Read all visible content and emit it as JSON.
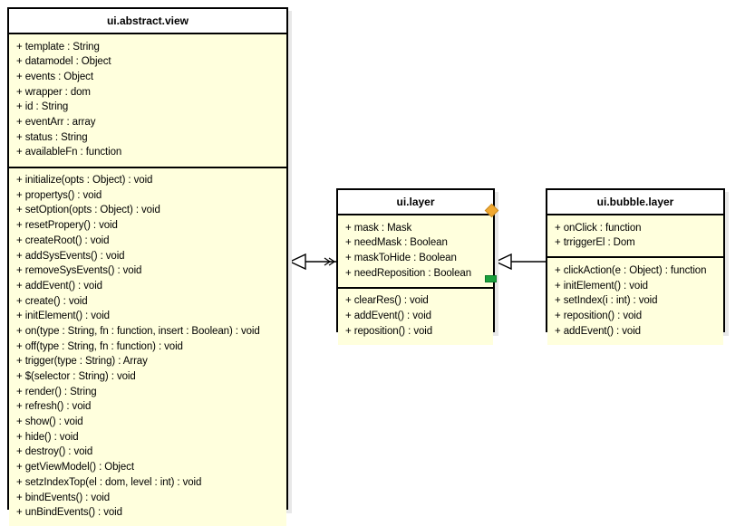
{
  "diagram": {
    "type": "uml-class-diagram",
    "background": "#ffffff",
    "colors": {
      "class_fill": "#ffffdd",
      "title_fill": "#ffffff",
      "border": "#000000",
      "shadow": "#e8e8e8",
      "port_diamond": "#f0a830",
      "port_square": "#1aa03c",
      "connector": "#000000"
    },
    "classes": [
      {
        "id": "abstract-view",
        "name": "ui.abstract.view",
        "attributes": [
          "+ template : String",
          "+ datamodel : Object",
          "+ events : Object",
          "+ wrapper : dom",
          "+ id : String",
          "+ eventArr : array",
          "+ status : String",
          "+ availableFn : function"
        ],
        "methods": [
          "+ initialize(opts : Object) : void",
          "+ propertys() : void",
          "+ setOption(opts : Object) : void",
          "+ resetPropery() : void",
          "+ createRoot() : void",
          "+ addSysEvents() : void",
          "+ removeSysEvents() : void",
          "+ addEvent() : void",
          "+ create() : void",
          "+ initElement() : void",
          "+ on(type : String, fn : function, insert : Boolean) : void",
          "+ off(type : String, fn : function) : void",
          "+ trigger(type : String) : Array",
          "+ $(selector : String) : void",
          "+ render() : String",
          "+ refresh() : void",
          "+ show() : void",
          "+ hide() : void",
          "+ destroy() : void",
          "+ getViewModel() : Object",
          "+ setzIndexTop(el : dom, level : int) : void",
          "+ bindEvents() : void",
          "+ unBindEvents() : void"
        ]
      },
      {
        "id": "layer",
        "name": "ui.layer",
        "attributes": [
          "+ mask : Mask",
          "+ needMask : Boolean",
          "+ maskToHide : Boolean",
          "+ needReposition : Boolean"
        ],
        "methods": [
          "+ clearRes() : void",
          "+ addEvent() : void",
          "+ reposition() : void"
        ]
      },
      {
        "id": "bubble-layer",
        "name": "ui.bubble.layer",
        "attributes": [
          "+ onClick : function",
          "+ trriggerEl : Dom"
        ],
        "methods": [
          "+ clickAction(e : Object) : function",
          "+ initElement() : void",
          "+ setIndex(i : int) : void",
          "+ reposition() : void",
          "+ addEvent() : void"
        ]
      }
    ],
    "relationships": [
      {
        "id": "layer-extends-view",
        "kind": "generalization",
        "from": "ui.layer",
        "to": "ui.abstract.view",
        "arrow": "hollow-triangle"
      },
      {
        "id": "bubble-extends-layer",
        "kind": "generalization",
        "from": "ui.bubble.layer",
        "to": "ui.layer",
        "arrow": "hollow-triangle"
      }
    ],
    "ports": [
      {
        "id": "layer-port-top",
        "shape": "diamond",
        "color": "#f0a830"
      },
      {
        "id": "layer-port-bottom",
        "shape": "square",
        "color": "#1aa03c"
      }
    ]
  }
}
